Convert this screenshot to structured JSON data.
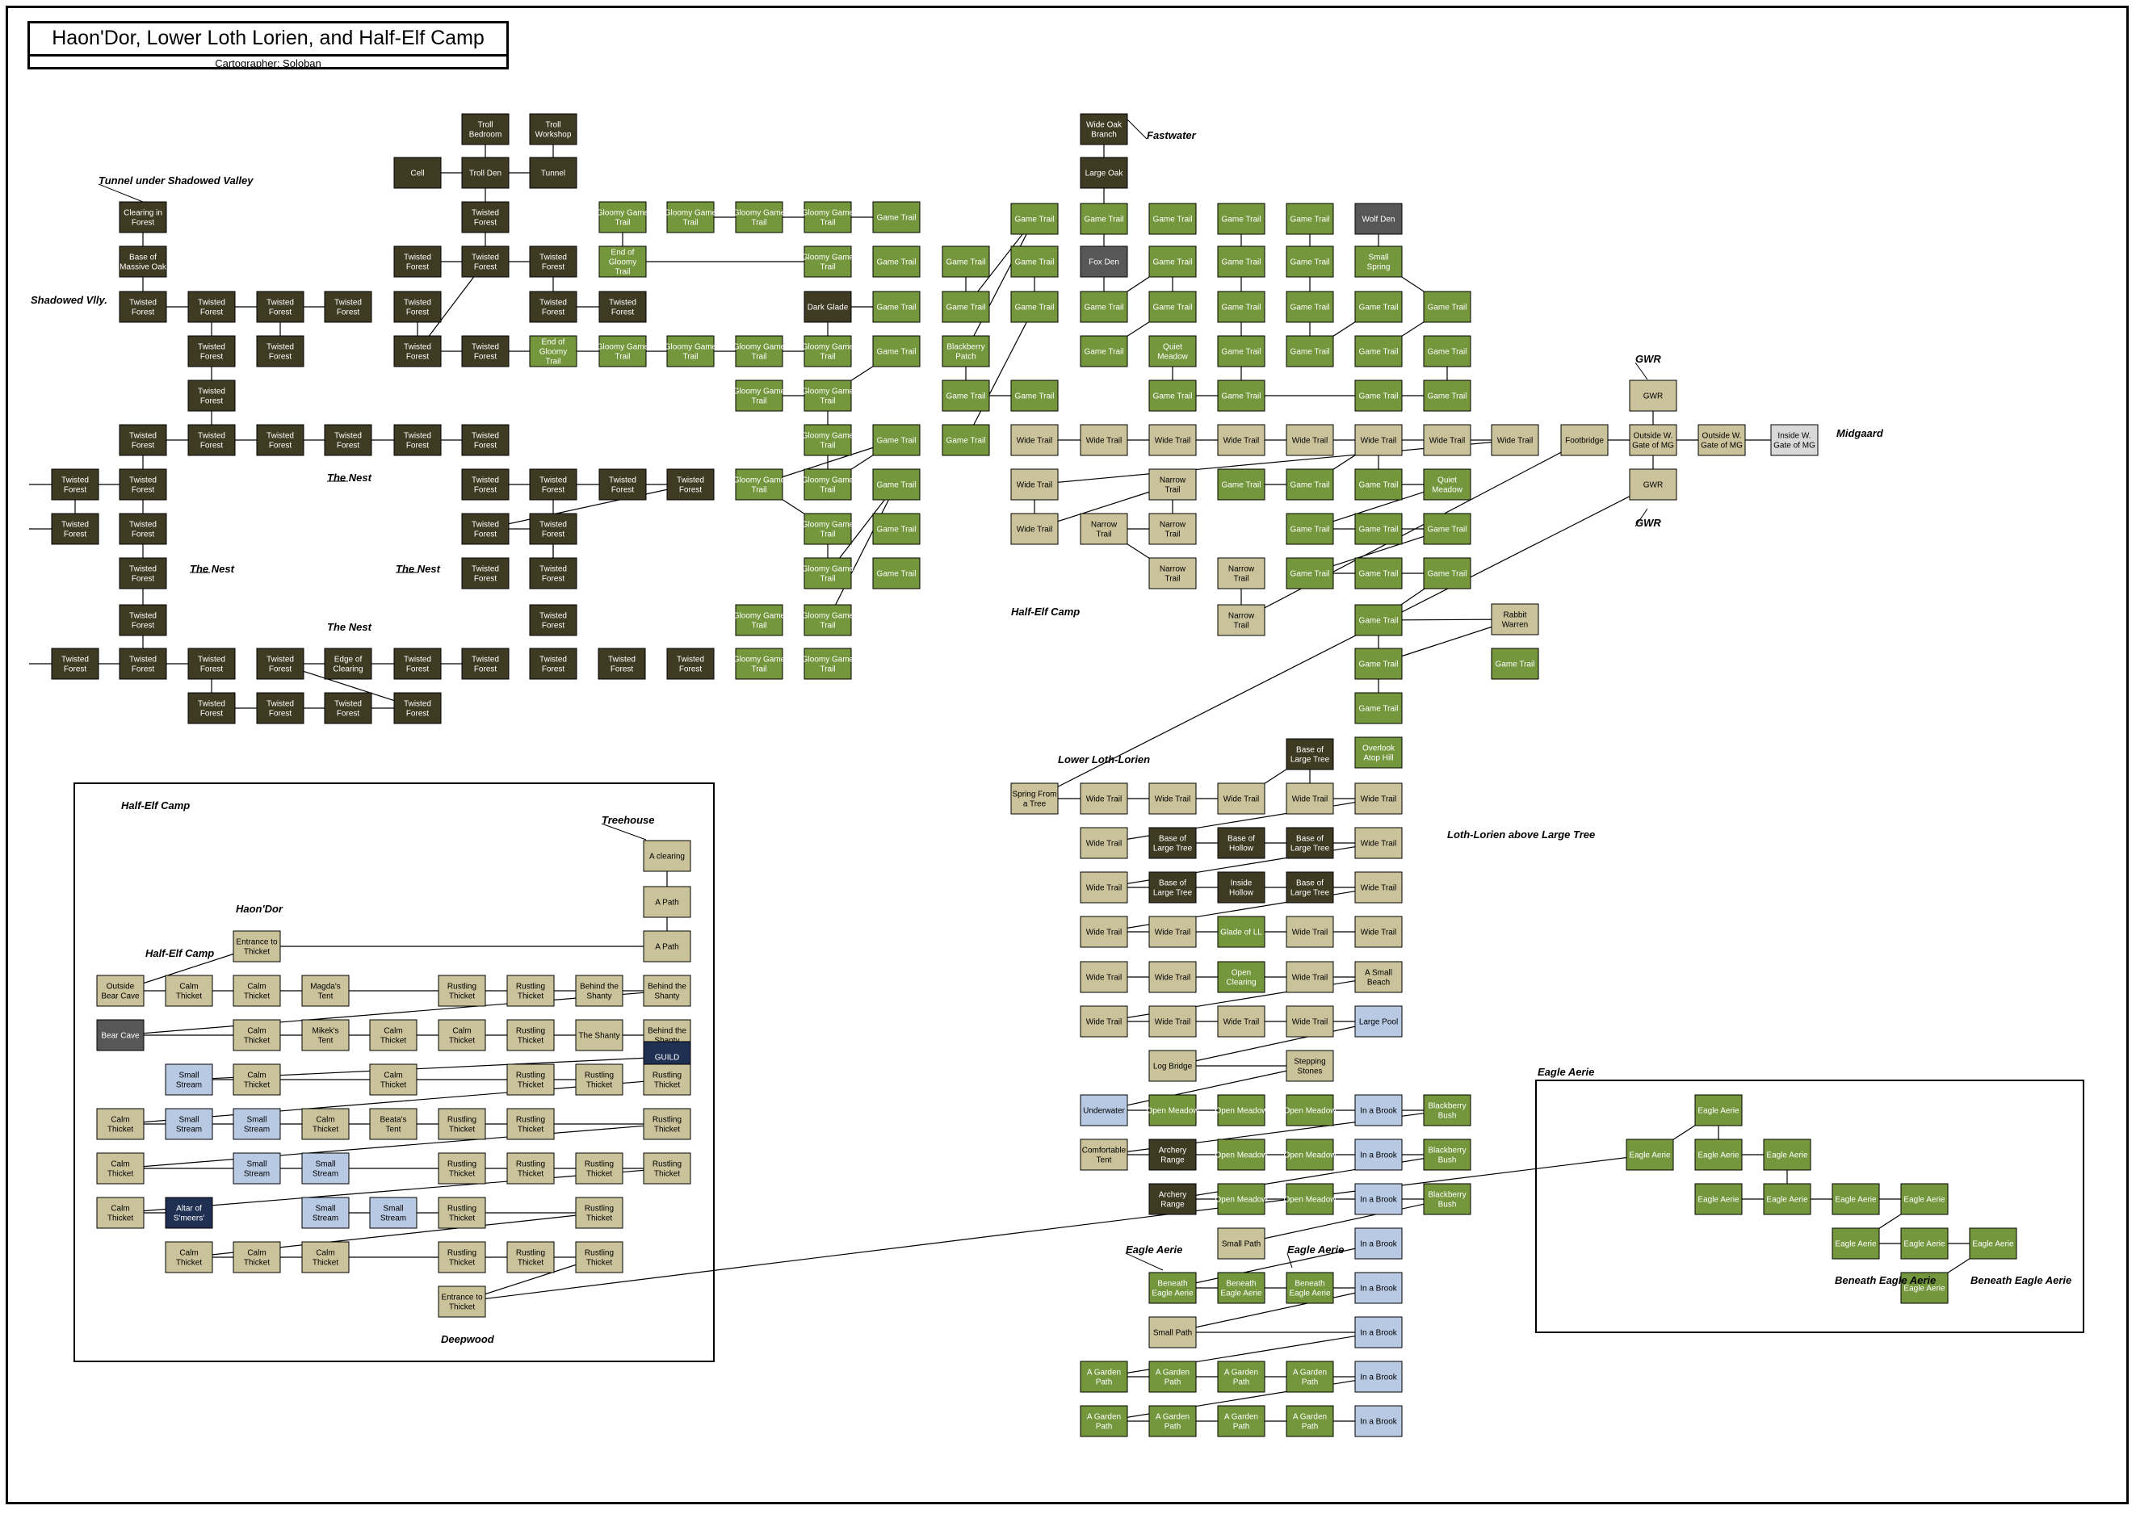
{
  "title": "Haon'Dor, Lower Loth Lorien, and Half-Elf Camp",
  "subtitle": "Cartographer: Soloban",
  "colors": {
    "dark": "#3f3b23",
    "green": "#74973d",
    "tan": "#c9c29a",
    "blue": "#b7c9e3",
    "gray": "#575757",
    "navy": "#1f3053",
    "grayLight": "#d9d9d9",
    "border": "#000000"
  },
  "labels": [
    "Tunnel under Shadowed Valley",
    "Shadowed Vlly.",
    "The Nest",
    "The Nest",
    "The Nest",
    "The Nest",
    "Fastwater",
    "Half-Elf Camp",
    "GWR",
    "GWR",
    "Midgaard",
    "Lower Loth-Lorien",
    "Loth-Lorien above Large Tree",
    "Half-Elf Camp",
    "Treehouse",
    "Haon'Dor",
    "Half-Elf Camp",
    "Deepwood",
    "Eagle Aerie",
    "Eagle Aerie",
    "Eagle Aerie",
    "Beneath Eagle Aerie",
    "Beneath Eagle Aerie"
  ],
  "rooms": [
    [
      "Clearing in Forest",
      "d"
    ],
    [
      "Base of Massive Oak",
      "d"
    ],
    [
      "Twisted Forest",
      "d"
    ],
    [
      "Twisted Forest",
      "d"
    ],
    [
      "Twisted Forest",
      "d"
    ],
    [
      "Twisted Forest",
      "d"
    ],
    [
      "Twisted Forest",
      "d"
    ],
    [
      "Twisted Forest",
      "d"
    ],
    [
      "Twisted Forest",
      "d"
    ],
    [
      "Twisted Forest",
      "d"
    ],
    [
      "Twisted Forest",
      "d"
    ],
    [
      "Twisted Forest",
      "d"
    ],
    [
      "Twisted Forest",
      "d"
    ],
    [
      "Twisted Forest",
      "d"
    ],
    [
      "Twisted Forest",
      "d"
    ],
    [
      "Twisted Forest",
      "d"
    ],
    [
      "Twisted Forest",
      "d"
    ],
    [
      "Twisted Forest",
      "d"
    ],
    [
      "Twisted Forest",
      "d"
    ],
    [
      "Twisted Forest",
      "d"
    ],
    [
      "Twisted Forest",
      "d"
    ],
    [
      "Twisted Forest",
      "d"
    ],
    [
      "Twisted Forest",
      "d"
    ],
    [
      "Twisted Forest",
      "d"
    ],
    [
      "Twisted Forest",
      "d"
    ],
    [
      "Twisted Forest",
      "d"
    ],
    [
      "Twisted Forest",
      "d"
    ],
    [
      "Twisted Forest",
      "d"
    ],
    [
      "Twisted Forest",
      "d"
    ],
    [
      "Twisted Forest",
      "d"
    ],
    [
      "Twisted Forest",
      "d"
    ],
    [
      "Edge of Clearing",
      "d"
    ],
    [
      "Twisted Forest",
      "d"
    ],
    [
      "Twisted Forest",
      "d"
    ],
    [
      "Twisted Forest",
      "d"
    ],
    [
      "Twisted Forest",
      "d"
    ],
    [
      "Twisted Forest",
      "d"
    ],
    [
      "Twisted Forest",
      "d"
    ],
    [
      "Twisted Forest",
      "d"
    ],
    [
      "Twisted Forest",
      "d"
    ],
    [
      "Troll Bedroom",
      "d"
    ],
    [
      "Troll Workshop",
      "d"
    ],
    [
      "Cell",
      "d"
    ],
    [
      "Troll Den",
      "d"
    ],
    [
      "Tunnel",
      "d"
    ],
    [
      "Twisted Forest",
      "d"
    ],
    [
      "Twisted Forest",
      "d"
    ],
    [
      "Twisted Forest",
      "d"
    ],
    [
      "Twisted Forest",
      "d"
    ],
    [
      "Twisted Forest",
      "d"
    ],
    [
      "Twisted Forest",
      "d"
    ],
    [
      "Twisted Forest",
      "d"
    ],
    [
      "Twisted Forest",
      "d"
    ],
    [
      "Twisted Forest",
      "d"
    ],
    [
      "Twisted Forest",
      "d"
    ],
    [
      "Twisted Forest",
      "d"
    ],
    [
      "Twisted Forest",
      "d"
    ],
    [
      "Twisted Forest",
      "d"
    ],
    [
      "Twisted Forest",
      "d"
    ],
    [
      "Edge of Clearing",
      "d"
    ],
    [
      "Twisted Forest",
      "d"
    ],
    [
      "Twisted Forest",
      "d"
    ],
    [
      "Twisted Forest",
      "d"
    ],
    [
      "Twisted Forest",
      "d"
    ],
    [
      "Twisted Forest",
      "d"
    ],
    [
      "Gloomy Game Trail",
      "g"
    ],
    [
      "Gloomy Game Trail",
      "g"
    ],
    [
      "Gloomy Game Trail",
      "g"
    ],
    [
      "Gloomy Game Trail",
      "g"
    ],
    [
      "Game Trail",
      "g"
    ],
    [
      "End of Gloomy Trail",
      "g"
    ],
    [
      "Gloomy Game Trail",
      "g"
    ],
    [
      "Game Trail",
      "g"
    ],
    [
      "End of Gloomy Trail",
      "g"
    ],
    [
      "Gloomy Game Trail",
      "g"
    ],
    [
      "Gloomy Game Trail",
      "g"
    ],
    [
      "Gloomy Game Trail",
      "g"
    ],
    [
      "Gloomy Game Trail",
      "g"
    ],
    [
      "Dark Glade",
      "d"
    ],
    [
      "Game Trail",
      "g"
    ],
    [
      "Game Trail",
      "g"
    ],
    [
      "Gloomy Game Trail",
      "g"
    ],
    [
      "Gloomy Game Trail",
      "g"
    ],
    [
      "Gloomy Game Trail",
      "g"
    ],
    [
      "Gloomy Game Trail",
      "g"
    ],
    [
      "Game Trail",
      "g"
    ],
    [
      "Gloomy Game Trail",
      "g"
    ],
    [
      "Gloomy Game Trail",
      "g"
    ],
    [
      "Gloomy Game Trail",
      "g"
    ],
    [
      "Game Trail",
      "g"
    ],
    [
      "Gloomy Game Trail",
      "g"
    ],
    [
      "Game Trail",
      "g"
    ],
    [
      "Gloomy Game Trail",
      "g"
    ],
    [
      "Game Trail",
      "g"
    ],
    [
      "Gloomy Game Trail",
      "g"
    ],
    [
      "Gloomy Game Trail",
      "g"
    ],
    [
      "Gloomy Game Trail",
      "g"
    ],
    [
      "Game Trail",
      "g"
    ],
    [
      "Game Trail",
      "g"
    ],
    [
      "Game Trail",
      "g"
    ],
    [
      "Blackberry Patch",
      "g"
    ],
    [
      "Game Trail",
      "g"
    ],
    [
      "Game Trail",
      "g"
    ],
    [
      "Game Trail",
      "g"
    ],
    [
      "Game Trail",
      "g"
    ],
    [
      "Game Trail",
      "g"
    ],
    [
      "Game Trail",
      "g"
    ],
    [
      "Wide Oak Branch",
      "d"
    ],
    [
      "Large Oak",
      "d"
    ],
    [
      "Game Trail",
      "g"
    ],
    [
      "Fox Den",
      "x"
    ],
    [
      "Game Trail",
      "g"
    ],
    [
      "Game Trail",
      "g"
    ],
    [
      "Game Trail",
      "g"
    ],
    [
      "Game Trail",
      "g"
    ],
    [
      "Game Trail",
      "g"
    ],
    [
      "Quiet Meadow",
      "g"
    ],
    [
      "Game Trail",
      "g"
    ],
    [
      "Game Trail",
      "g"
    ],
    [
      "Game Trail",
      "g"
    ],
    [
      "Game Trail",
      "g"
    ],
    [
      "Game Trail",
      "g"
    ],
    [
      "Game Trail",
      "g"
    ],
    [
      "Game Trail",
      "g"
    ],
    [
      "Game Trail",
      "g"
    ],
    [
      "Wolf Den",
      "x"
    ],
    [
      "Game Trail",
      "g"
    ],
    [
      "Small Spring",
      "g"
    ],
    [
      "Game Trail",
      "g"
    ],
    [
      "Game Trail",
      "g"
    ],
    [
      "Game Trail",
      "g"
    ],
    [
      "Game Trail",
      "g"
    ],
    [
      "Game Trail",
      "g"
    ],
    [
      "Game Trail",
      "g"
    ],
    [
      "Game Trail",
      "g"
    ],
    [
      "Game Trail",
      "g"
    ],
    [
      "Game Trail",
      "g"
    ],
    [
      "Game Trail",
      "g"
    ],
    [
      "Game Trail",
      "g"
    ],
    [
      "Game Trail",
      "g"
    ],
    [
      "Game Trail",
      "g"
    ],
    [
      "Quiet Meadow",
      "g"
    ],
    [
      "Game Trail",
      "g"
    ],
    [
      "Game Trail",
      "g"
    ],
    [
      "Game Trail",
      "g"
    ],
    [
      "Game Trail",
      "g"
    ],
    [
      "Game Trail",
      "g"
    ],
    [
      "Game Trail",
      "g"
    ],
    [
      "Game Trail",
      "g"
    ],
    [
      "Game Trail",
      "g"
    ],
    [
      "Game Trail",
      "g"
    ],
    [
      "Rabbit Warren",
      "t"
    ],
    [
      "Game Trail",
      "g"
    ],
    [
      "Game Trail",
      "g"
    ],
    [
      "Game Trail",
      "g"
    ],
    [
      "Overlook Atop Hill",
      "g"
    ],
    [
      "Wide Trail",
      "t"
    ],
    [
      "Wide Trail",
      "t"
    ],
    [
      "Wide Trail",
      "t"
    ],
    [
      "Wide Trail",
      "t"
    ],
    [
      "Wide Trail",
      "t"
    ],
    [
      "Wide Trail",
      "t"
    ],
    [
      "Wide Trail",
      "t"
    ],
    [
      "Wide Trail",
      "t"
    ],
    [
      "Wide Trail",
      "t"
    ],
    [
      "Wide Trail",
      "t"
    ],
    [
      "Narrow Trail",
      "t"
    ],
    [
      "Narrow Trail",
      "t"
    ],
    [
      "Narrow Trail",
      "t"
    ],
    [
      "Narrow Trail",
      "t"
    ],
    [
      "Narrow Trail",
      "t"
    ],
    [
      "Narrow Trail",
      "t"
    ],
    [
      "Footbridge",
      "t"
    ],
    [
      "Outside W. Gate of MG",
      "t"
    ],
    [
      "Outside W. Gate of MG",
      "t"
    ],
    [
      "Inside W. Gate of MG",
      "l"
    ],
    [
      "GWR",
      "t"
    ],
    [
      "GWR",
      "t"
    ],
    [
      "Spring From a Tree",
      "t"
    ],
    [
      "Wide Trail",
      "t"
    ],
    [
      "Wide Trail",
      "t"
    ],
    [
      "Wide Trail",
      "t"
    ],
    [
      "Base of Large Tree",
      "d"
    ],
    [
      "Wide Trail",
      "t"
    ],
    [
      "Wide Trail",
      "t"
    ],
    [
      "Wide Trail",
      "t"
    ],
    [
      "Base of Large Tree",
      "d"
    ],
    [
      "Base of Hollow",
      "d"
    ],
    [
      "Base of Large Tree",
      "d"
    ],
    [
      "Wide Trail",
      "t"
    ],
    [
      "Wide Trail",
      "t"
    ],
    [
      "Base of Large Tree",
      "d"
    ],
    [
      "Inside Hollow",
      "d"
    ],
    [
      "Base of Large Tree",
      "d"
    ],
    [
      "Wide Trail",
      "t"
    ],
    [
      "Wide Trail",
      "t"
    ],
    [
      "Wide Trail",
      "t"
    ],
    [
      "Glade of LL",
      "g"
    ],
    [
      "Wide Trail",
      "t"
    ],
    [
      "Wide Trail",
      "t"
    ],
    [
      "Wide Trail",
      "t"
    ],
    [
      "Wide Trail",
      "t"
    ],
    [
      "Open Clearing",
      "g"
    ],
    [
      "Wide Trail",
      "t"
    ],
    [
      "A Small Beach",
      "t"
    ],
    [
      "Wide Trail",
      "t"
    ],
    [
      "Wide Trail",
      "t"
    ],
    [
      "Wide Trail",
      "t"
    ],
    [
      "Wide Trail",
      "t"
    ],
    [
      "Large Pool",
      "b"
    ],
    [
      "Log Bridge",
      "t"
    ],
    [
      "Stepping Stones",
      "t"
    ],
    [
      "Underwater",
      "b"
    ],
    [
      "Open Meadow",
      "g"
    ],
    [
      "Open Meadow",
      "g"
    ],
    [
      "Open Meadow",
      "g"
    ],
    [
      "In a Brook",
      "b"
    ],
    [
      "Blackberry Bush",
      "g"
    ],
    [
      "Comfortable Tent",
      "t"
    ],
    [
      "Archery Range",
      "d"
    ],
    [
      "Open Meadow",
      "g"
    ],
    [
      "Open Meadow",
      "g"
    ],
    [
      "In a Brook",
      "b"
    ],
    [
      "Blackberry Bush",
      "g"
    ],
    [
      "Archery Range",
      "d"
    ],
    [
      "Open Meadow",
      "g"
    ],
    [
      "Open Meadow",
      "g"
    ],
    [
      "In a Brook",
      "b"
    ],
    [
      "Blackberry Bush",
      "g"
    ],
    [
      "Small Path",
      "t"
    ],
    [
      "In a Brook",
      "b"
    ],
    [
      "Beneath Eagle Aerie",
      "g"
    ],
    [
      "Beneath Eagle Aerie",
      "g"
    ],
    [
      "Beneath Eagle Aerie",
      "g"
    ],
    [
      "In a Brook",
      "b"
    ],
    [
      "Small Path",
      "t"
    ],
    [
      "In a Brook",
      "b"
    ],
    [
      "A Garden Path",
      "g"
    ],
    [
      "A Garden Path",
      "g"
    ],
    [
      "A Garden Path",
      "g"
    ],
    [
      "A Garden Path",
      "g"
    ],
    [
      "In a Brook",
      "b"
    ],
    [
      "A Garden Path",
      "g"
    ],
    [
      "A Garden Path",
      "g"
    ],
    [
      "A Garden Path",
      "g"
    ],
    [
      "A Garden Path",
      "g"
    ],
    [
      "In a Brook",
      "b"
    ],
    [
      "A clearing",
      "t"
    ],
    [
      "A Path",
      "t"
    ],
    [
      "A Path",
      "t"
    ],
    [
      "Entrance to Thicket",
      "t"
    ],
    [
      "Outside Bear Cave",
      "t"
    ],
    [
      "Calm Thicket",
      "t"
    ],
    [
      "Calm Thicket",
      "t"
    ],
    [
      "Magda's Tent",
      "t"
    ],
    [
      "Rustling Thicket",
      "t"
    ],
    [
      "Rustling Thicket",
      "t"
    ],
    [
      "Behind the Shanty",
      "t"
    ],
    [
      "Behind the Shanty",
      "t"
    ],
    [
      "Bear Cave",
      "x"
    ],
    [
      "Calm Thicket",
      "t"
    ],
    [
      "Mikek's Tent",
      "t"
    ],
    [
      "Calm Thicket",
      "t"
    ],
    [
      "Calm Thicket",
      "t"
    ],
    [
      "Rustling Thicket",
      "t"
    ],
    [
      "The Shanty",
      "t"
    ],
    [
      "Behind the Shanty",
      "t"
    ],
    [
      "GUILD",
      "n"
    ],
    [
      "Small Stream",
      "b"
    ],
    [
      "Calm Thicket",
      "t"
    ],
    [
      "Calm Thicket",
      "t"
    ],
    [
      "Rustling Thicket",
      "t"
    ],
    [
      "Rustling Thicket",
      "t"
    ],
    [
      "Rustling Thicket",
      "t"
    ],
    [
      "Calm Thicket",
      "t"
    ],
    [
      "Small Stream",
      "b"
    ],
    [
      "Small Stream",
      "b"
    ],
    [
      "Calm Thicket",
      "t"
    ],
    [
      "Beata's Tent",
      "t"
    ],
    [
      "Rustling Thicket",
      "t"
    ],
    [
      "Rustling Thicket",
      "t"
    ],
    [
      "Rustling Thicket",
      "t"
    ],
    [
      "Calm Thicket",
      "t"
    ],
    [
      "Small Stream",
      "b"
    ],
    [
      "Small Stream",
      "b"
    ],
    [
      "Rustling Thicket",
      "t"
    ],
    [
      "Rustling Thicket",
      "t"
    ],
    [
      "Rustling Thicket",
      "t"
    ],
    [
      "Rustling Thicket",
      "t"
    ],
    [
      "Calm Thicket",
      "t"
    ],
    [
      "Altar of S'meers'",
      "n"
    ],
    [
      "Small Stream",
      "b"
    ],
    [
      "Small Stream",
      "b"
    ],
    [
      "Rustling Thicket",
      "t"
    ],
    [
      "Rustling Thicket",
      "t"
    ],
    [
      "Calm Thicket",
      "t"
    ],
    [
      "Calm Thicket",
      "t"
    ],
    [
      "Calm Thicket",
      "t"
    ],
    [
      "Rustling Thicket",
      "t"
    ],
    [
      "Rustling Thicket",
      "t"
    ],
    [
      "Rustling Thicket",
      "t"
    ],
    [
      "Entrance to Thicket",
      "t"
    ],
    [
      "Eagle Aerie",
      "g"
    ],
    [
      "Eagle Aerie",
      "g"
    ],
    [
      "Eagle Aerie",
      "g"
    ],
    [
      "Eagle Aerie",
      "g"
    ],
    [
      "Eagle Aerie",
      "g"
    ],
    [
      "Eagle Aerie",
      "g"
    ],
    [
      "Eagle Aerie",
      "g"
    ],
    [
      "Eagle Aerie",
      "g"
    ],
    [
      "Eagle Aerie",
      "g"
    ],
    [
      "Eagle Aerie",
      "g"
    ],
    [
      "Eagle Aerie",
      "g"
    ],
    [
      "Eagle Aerie",
      "g"
    ]
  ]
}
